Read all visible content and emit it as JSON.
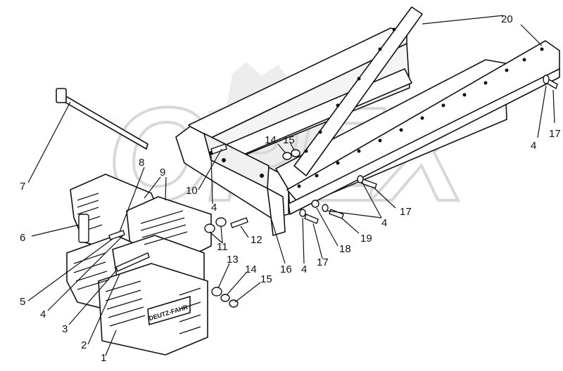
{
  "diagram": {
    "colors": {
      "ink": "#111111",
      "paper": "#ffffff",
      "watermark": "#e6e6e6"
    },
    "watermark_text": "OPEX",
    "brand_plate_text": "DEUTZ-FAHR",
    "callouts": [
      {
        "id": "c20",
        "text": "20"
      },
      {
        "id": "c17a",
        "text": "17"
      },
      {
        "id": "c4a",
        "text": "4"
      },
      {
        "id": "c7",
        "text": "7"
      },
      {
        "id": "c8",
        "text": "8"
      },
      {
        "id": "c9",
        "text": "9"
      },
      {
        "id": "c14a",
        "text": "14"
      },
      {
        "id": "c15a",
        "text": "15"
      },
      {
        "id": "c10",
        "text": "10"
      },
      {
        "id": "c4b",
        "text": "4"
      },
      {
        "id": "c6",
        "text": "6"
      },
      {
        "id": "c17b",
        "text": "17"
      },
      {
        "id": "c4c",
        "text": "4"
      },
      {
        "id": "c19",
        "text": "19"
      },
      {
        "id": "c12",
        "text": "12"
      },
      {
        "id": "c11",
        "text": "11"
      },
      {
        "id": "c18",
        "text": "18"
      },
      {
        "id": "c13",
        "text": "13"
      },
      {
        "id": "c17c",
        "text": "17"
      },
      {
        "id": "c14b",
        "text": "14"
      },
      {
        "id": "c16",
        "text": "16"
      },
      {
        "id": "c4d",
        "text": "4"
      },
      {
        "id": "c5",
        "text": "5"
      },
      {
        "id": "c15b",
        "text": "15"
      },
      {
        "id": "c4e",
        "text": "4"
      },
      {
        "id": "c3",
        "text": "3"
      },
      {
        "id": "c2",
        "text": "2"
      },
      {
        "id": "c1",
        "text": "1"
      }
    ]
  }
}
